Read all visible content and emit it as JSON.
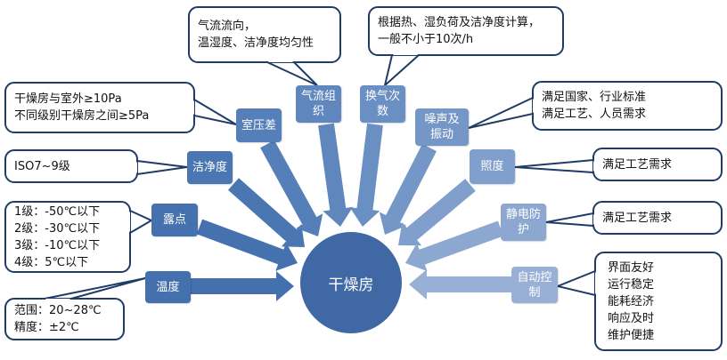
{
  "center": {
    "label": "干燥房",
    "color": "#3f68a4"
  },
  "nodes": [
    {
      "id": "temperature",
      "label": "温度",
      "color": "#4470ad"
    },
    {
      "id": "dew-point",
      "label": "露点",
      "color": "#4571ae"
    },
    {
      "id": "cleanliness",
      "label": "洁净度",
      "color": "#4a76b1"
    },
    {
      "id": "room-pressure",
      "label": "室压差",
      "color": "#557fb8"
    },
    {
      "id": "airflow",
      "label": "气流组\n织",
      "color": "#5f87bd"
    },
    {
      "id": "air-changes",
      "label": "换气次\n数",
      "color": "#6a8fc2"
    },
    {
      "id": "noise",
      "label": "噪声及\n振动",
      "color": "#7597c7"
    },
    {
      "id": "illumination",
      "label": "照度",
      "color": "#819fcc"
    },
    {
      "id": "static",
      "label": "静电防\n护",
      "color": "#8ca8d1"
    },
    {
      "id": "automation",
      "label": "自动控\n制",
      "color": "#98b0d6"
    }
  ],
  "callouts": [
    {
      "id": "temperature",
      "lines": [
        "范围：20~28℃",
        "精度：±2℃"
      ]
    },
    {
      "id": "dew-point",
      "lines": [
        "1级：-50℃以下",
        "2级：-30℃以下",
        "3级：-10℃以下",
        "4级：5℃以下"
      ]
    },
    {
      "id": "cleanliness",
      "lines": [
        "ISO7~9级"
      ]
    },
    {
      "id": "room-pressure",
      "lines": [
        "干燥房与室外≥10Pa",
        "不同级别干燥房之间≥5Pa"
      ]
    },
    {
      "id": "airflow",
      "lines": [
        "气流流向，",
        "温湿度、洁净度均匀性"
      ]
    },
    {
      "id": "air-changes",
      "lines": [
        "根据热、湿负荷及洁净度计算，",
        "一般不小于10次/h"
      ]
    },
    {
      "id": "noise",
      "lines": [
        "满足国家、行业标准",
        "满足工艺、人员需求"
      ]
    },
    {
      "id": "illumination",
      "lines": [
        "满足工艺需求"
      ]
    },
    {
      "id": "static",
      "lines": [
        "满足工艺需求"
      ]
    },
    {
      "id": "automation",
      "lines": [
        "界面友好",
        "运行稳定",
        "能耗经济",
        "响应及时",
        "维护便捷"
      ]
    }
  ],
  "callout_border_color": "#1f3b66"
}
